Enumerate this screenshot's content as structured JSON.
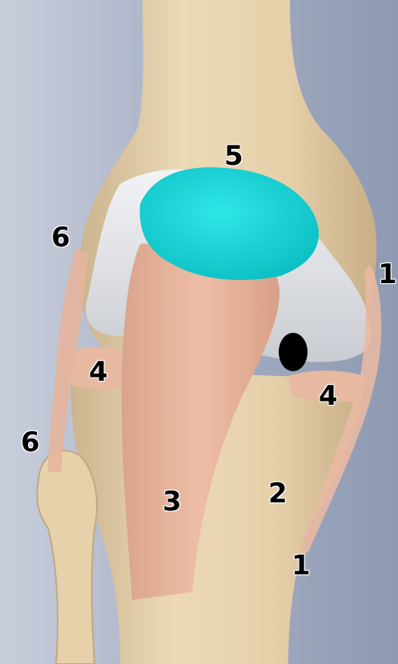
{
  "labels": [
    {
      "id": "1a",
      "text": "1"
    },
    {
      "id": "1b",
      "text": "1"
    },
    {
      "id": "2",
      "text": "2"
    },
    {
      "id": "3",
      "text": "3"
    },
    {
      "id": "4a",
      "text": "4"
    },
    {
      "id": "4b",
      "text": "4"
    },
    {
      "id": "5",
      "text": "5"
    },
    {
      "id": "6a",
      "text": "6"
    },
    {
      "id": "6b",
      "text": "6"
    }
  ],
  "colors": {
    "background": "#9aa6bd",
    "bone": "#e8d4b0",
    "bone_shadow": "#bfa884",
    "cartilage": "#e9ebee",
    "ligament": "#e4b49c",
    "patella": "#19d5d8",
    "hole": "#000000"
  }
}
